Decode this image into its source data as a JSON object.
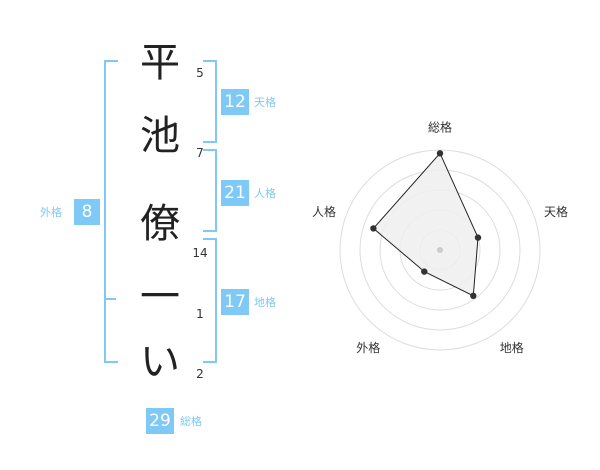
{
  "name": {
    "characters": [
      "平",
      "池",
      "僚",
      "一",
      "い"
    ],
    "strokes": [
      "5",
      "7",
      "14",
      "1",
      "2"
    ]
  },
  "kakusu": {
    "tenkaku": {
      "value": "12",
      "label": "天格"
    },
    "jinkaku": {
      "value": "21",
      "label": "人格"
    },
    "chikaku": {
      "value": "17",
      "label": "地格"
    },
    "gaikaku": {
      "value": "8",
      "label": "外格"
    },
    "soukaku": {
      "value": "29",
      "label": "総格"
    }
  },
  "chart_data": {
    "type": "radar",
    "axes": [
      "総格",
      "天格",
      "地格",
      "外格",
      "人格"
    ],
    "values": [
      29,
      12,
      17,
      8,
      21
    ],
    "max": 30,
    "rings": 5,
    "colors": {
      "fill": "#eeeeee",
      "line": "#222222",
      "point": "#333333",
      "grid": "#dddddd"
    }
  }
}
